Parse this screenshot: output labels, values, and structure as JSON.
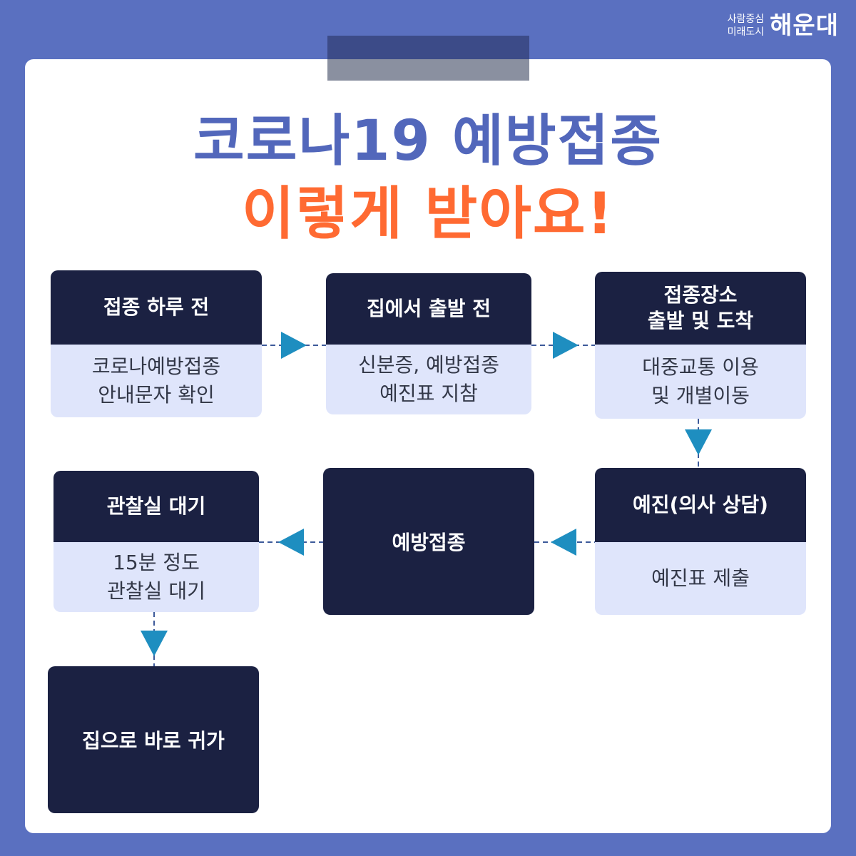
{
  "logo": {
    "slogan_line1": "사람중심",
    "slogan_line2": "미래도시",
    "brand": "해운대"
  },
  "title": {
    "line1": "코로나19 예방접종",
    "line2": "이렇게 받아요!"
  },
  "colors": {
    "background": "#5a70c0",
    "title_blue": "#5267bb",
    "title_orange": "#ff6a32",
    "box_dark": "#1b2142",
    "box_light": "#dfe5fb",
    "arrow": "#1e8ec0"
  },
  "steps": [
    {
      "title": "접종 하루 전",
      "desc": "코로나예방접종\n안내문자 확인"
    },
    {
      "title": "집에서 출발 전",
      "desc": "신분증, 예방접종\n예진표 지참"
    },
    {
      "title": "접종장소\n출발 및 도착",
      "desc": "대중교통 이용\n및 개별이동"
    },
    {
      "title": "예진(의사 상담)",
      "desc": "예진표 제출"
    },
    {
      "title": "예방접종"
    },
    {
      "title": "관찰실 대기",
      "desc": "15분 정도\n관찰실 대기"
    },
    {
      "title": "집으로 바로 귀가"
    }
  ]
}
